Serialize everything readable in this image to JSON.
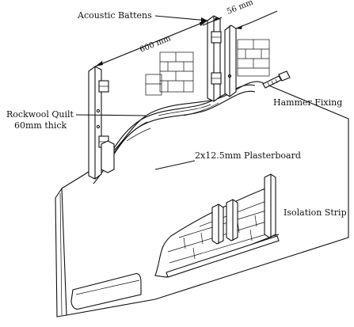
{
  "labels": {
    "acoustic_battens": "Acoustic Battens",
    "dim_600": "600 mm",
    "dim_56": "56 mm",
    "rockwool_line1": "Rockwool Quilt",
    "rockwool_line2": "60mm thick",
    "hammer_fixing": "Hammer Fixing",
    "plasterboard": "2x12.5mm Plasterboard",
    "isolation_strip": "Isolation Strip"
  }
}
